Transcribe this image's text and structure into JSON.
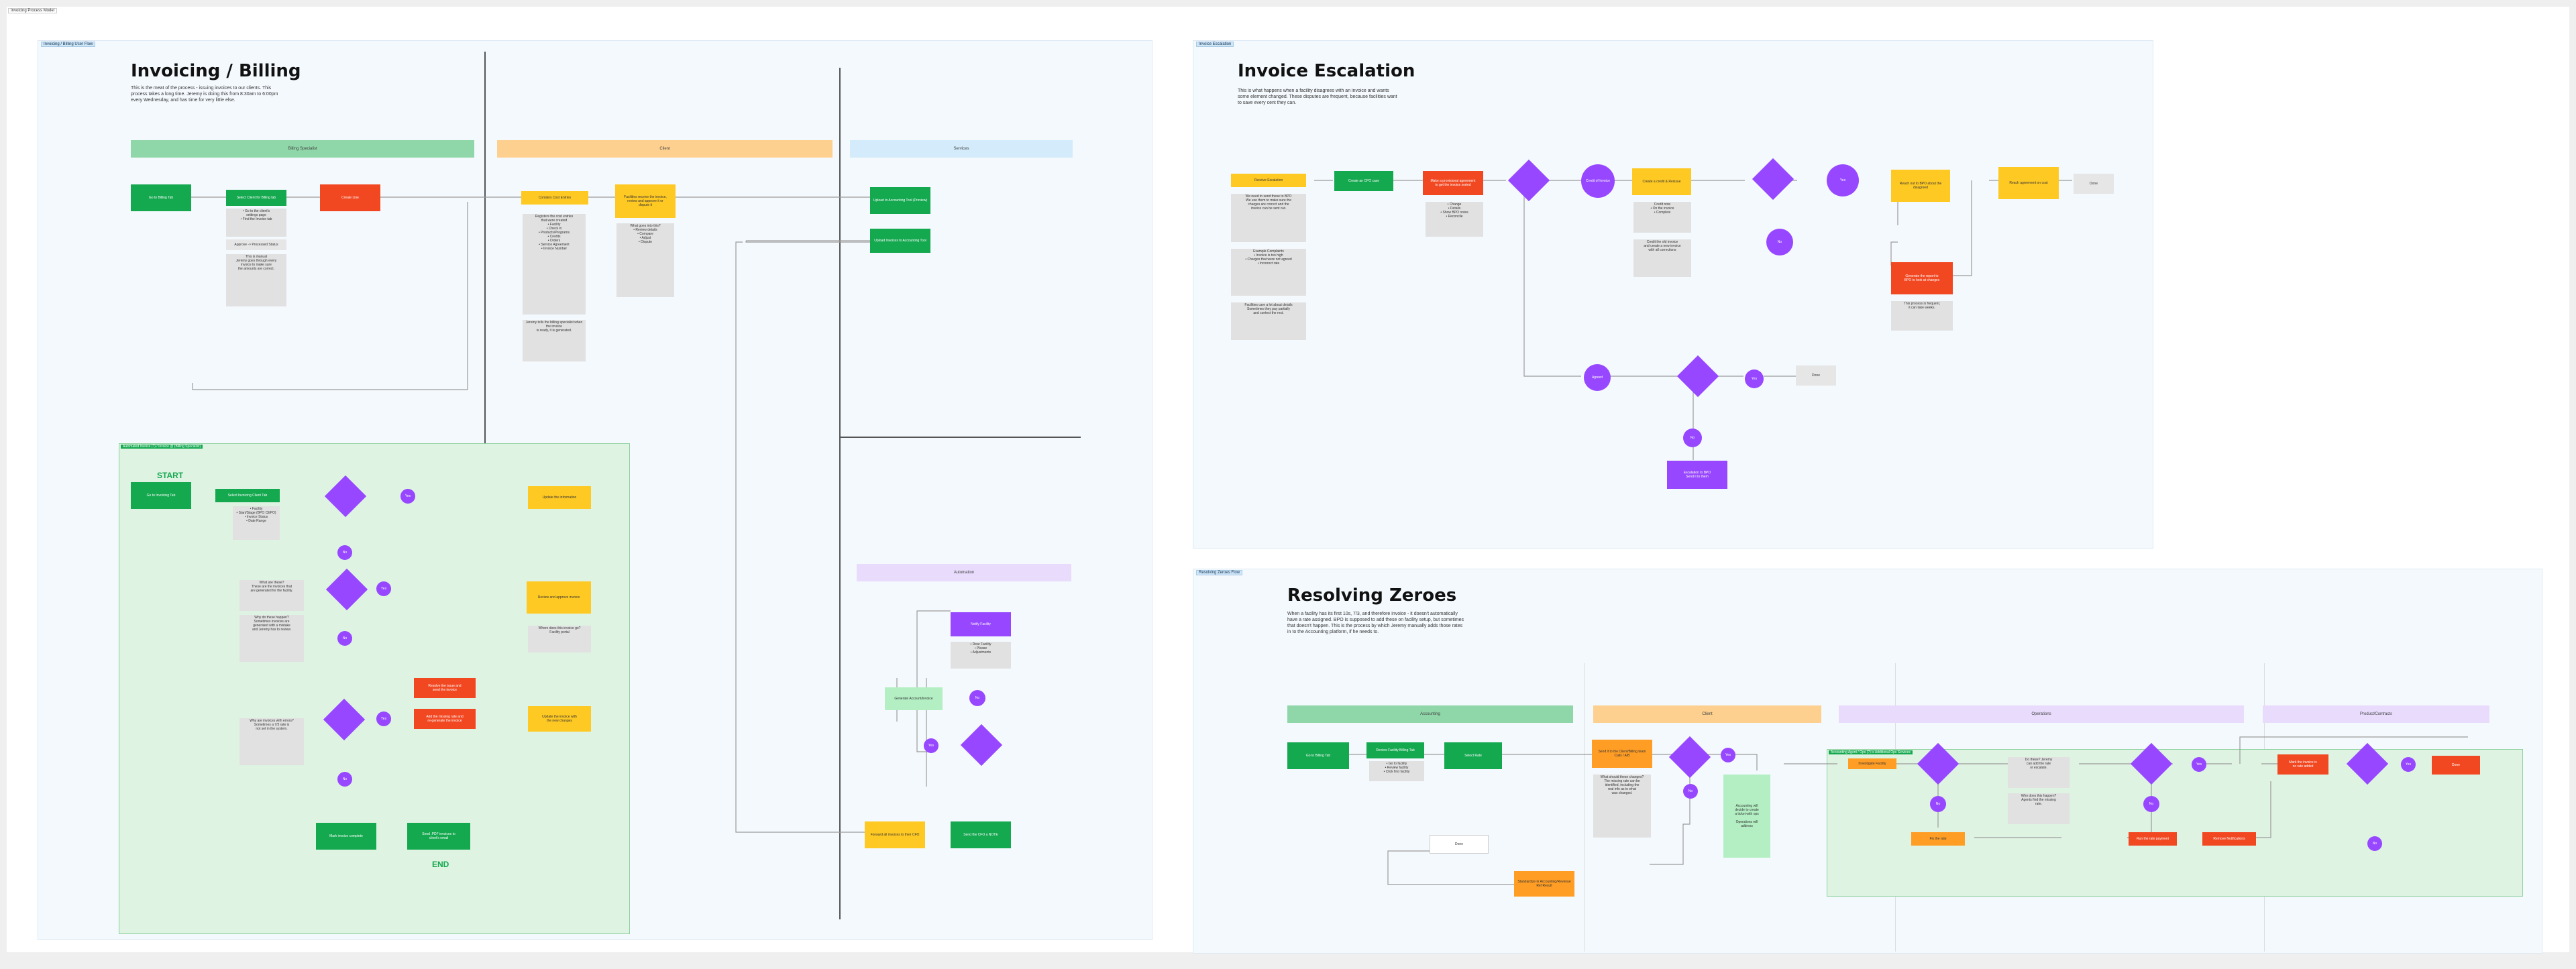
{
  "page_tag": "Invoicing Process Model",
  "colors": {
    "green": "#14a84f",
    "red": "#f24822",
    "yellow": "#ffc924",
    "purple": "#9747ff",
    "orange": "#ff9d25",
    "mint": "#b3efc3"
  },
  "billing": {
    "tag": "Invoicing / Billing User Flow",
    "title": "Invoicing / Billing",
    "desc_1": "This is the meat of the process - issuing invoices to our clients. This",
    "desc_2": "process takes a long time. Jeremy is doing this from 8:30am to 6:00pm",
    "desc_3": "every Wednesday, and has time for very little else.",
    "lanes": [
      "Billing Specialist",
      "Client",
      "Services"
    ],
    "zone_tag": "Automated Invoice (?) / Invoice @ (Billing Specialist)",
    "start": "START",
    "end": "END",
    "lane_bottom": "Automation"
  },
  "escalation": {
    "tag": "Invoice Escalation",
    "title": "Invoice Escalation",
    "desc_1": "This is what happens when a facility disagrees with an invoice and wants",
    "desc_2": "some element changed. These disputes are frequent, because facilities want",
    "desc_3": "to save every cent they can."
  },
  "zeroes": {
    "tag": "Resolving Zeroes Flow",
    "title": "Resolving Zeroes",
    "desc_1": "When a facility has its first 10s, 7/3, and therefore invoice - it doesn't automatically",
    "desc_2": "have a rate assigned. BPO is supposed to add these on facility setup, but sometimes",
    "desc_3": "that doesn't happen. This is the process by which Jeremy manually adds those rates",
    "desc_4": "in to the Accounting platform, if he needs to.",
    "lanes": [
      "Accounting",
      "Client",
      "Operations",
      "Product/Contracts"
    ],
    "zone_tag": "Accounting Agent / Ops (?) is Additional Ops Services"
  }
}
